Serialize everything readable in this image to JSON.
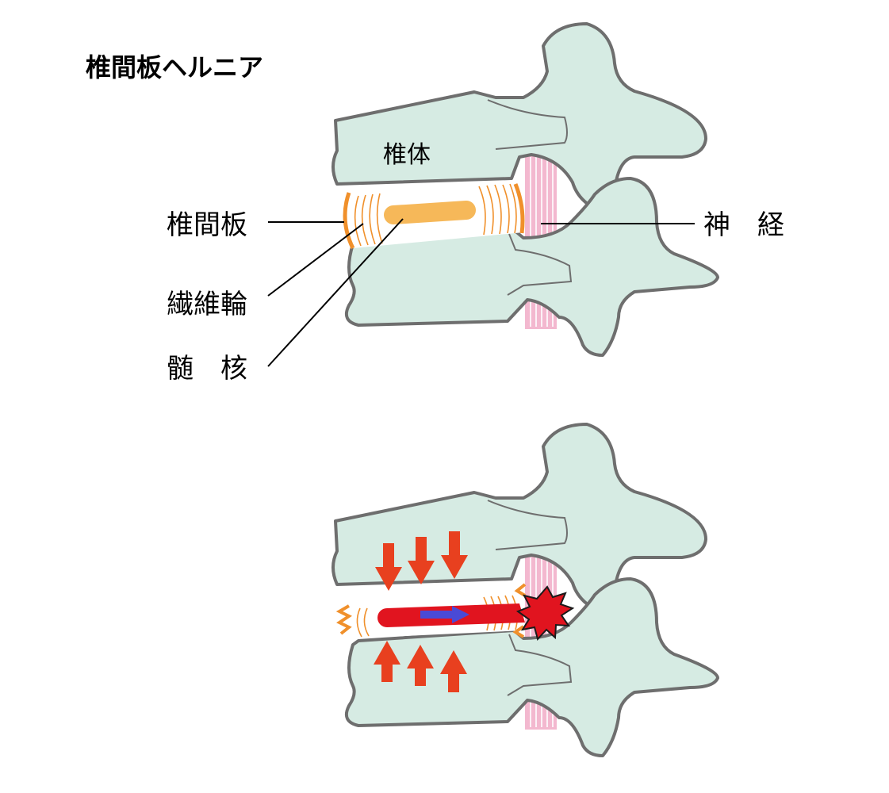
{
  "title": "椎間板ヘルニア",
  "labels": {
    "vertebral_body": "椎体",
    "disc": "椎間板",
    "annulus": "繊維輪",
    "nucleus": "髄　核",
    "nerve": "神　経"
  },
  "colors": {
    "bone_fill": "#d6ebe3",
    "bone_stroke": "#6e6e6e",
    "disc_orange": "#f0902b",
    "nucleus_fill": "#f6b859",
    "nerve_pink": "#f3b8cf",
    "pressure_red": "#e8401f",
    "herniation_red": "#e1141f",
    "flow_blue": "#4a4ad6"
  }
}
